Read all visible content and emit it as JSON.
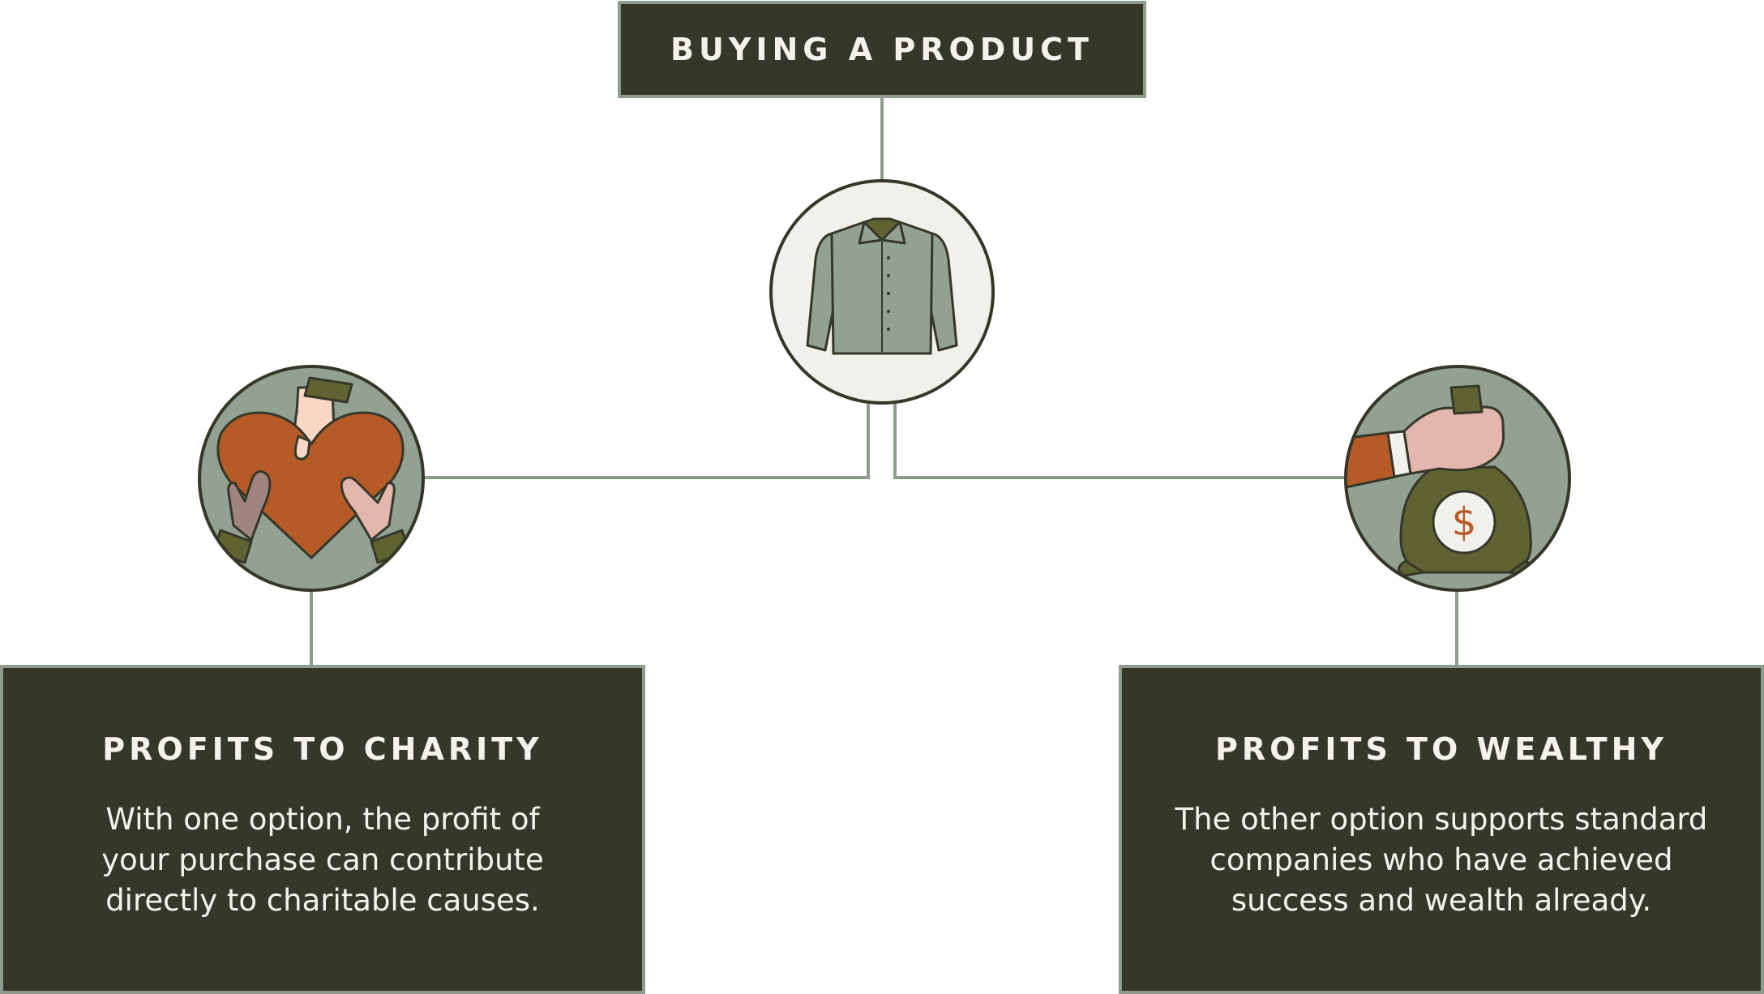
{
  "root": {
    "title": "BUYING A PRODUCT",
    "icon": "shirt-icon"
  },
  "branches": [
    {
      "title": "PROFITS TO CHARITY",
      "lines": [
        "With one option, the profit of",
        "your purchase can contribute",
        "directly to charitable causes."
      ],
      "icon": "heart-hands-icon"
    },
    {
      "title": "PROFITS TO WEALTHY",
      "lines": [
        "The other option supports standard",
        "companies who have achieved",
        "success and wealth already."
      ],
      "icon": "money-bag-icon"
    }
  ],
  "colors": {
    "dark_green": "#353829",
    "sage": "#8e9c8e",
    "cream": "#f2f0eb",
    "rust": "#b65b28",
    "olive": "#5f6231",
    "skin_light": "#f8d8c5",
    "skin_pink": "#e3b7ae",
    "skin_mauve": "#a08480"
  }
}
